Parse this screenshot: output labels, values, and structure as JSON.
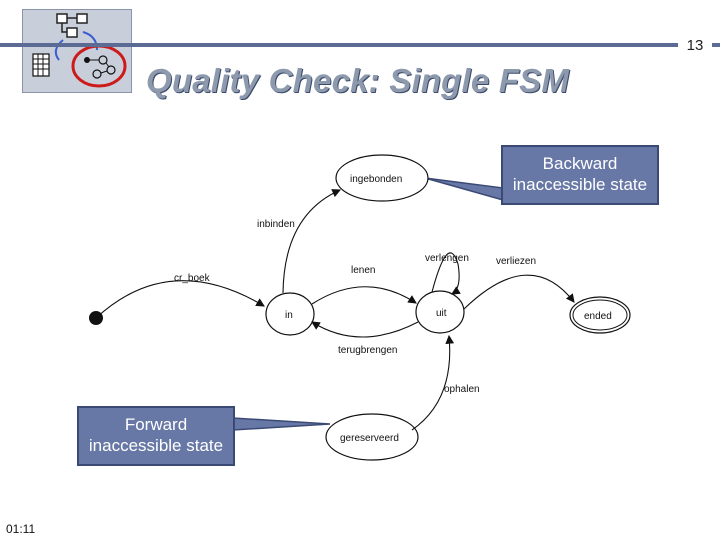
{
  "page_number": "13",
  "title": "Quality Check: Single FSM",
  "time": "01:11",
  "callouts": {
    "backward": {
      "line1": "Backward",
      "line2": "inaccessible state"
    },
    "forward": {
      "line1": "Forward",
      "line2": "inaccessible state"
    }
  },
  "states": {
    "ingebonden": "ingebonden",
    "in": "in",
    "uit": "uit",
    "ended": "ended",
    "gereserveerd": "gereserveerd"
  },
  "transitions": {
    "inbinden": "inbinden",
    "cr_boek": "cr_boek",
    "lenen": "lenen",
    "verlengen": "verlengen",
    "verliezen": "verliezen",
    "terugbrengen": "terugbrengen",
    "ophalen": "ophalen"
  },
  "colors": {
    "accent": "#5b6b93",
    "callout_fill": "#6878a6",
    "title_text": "#8d9aae"
  }
}
